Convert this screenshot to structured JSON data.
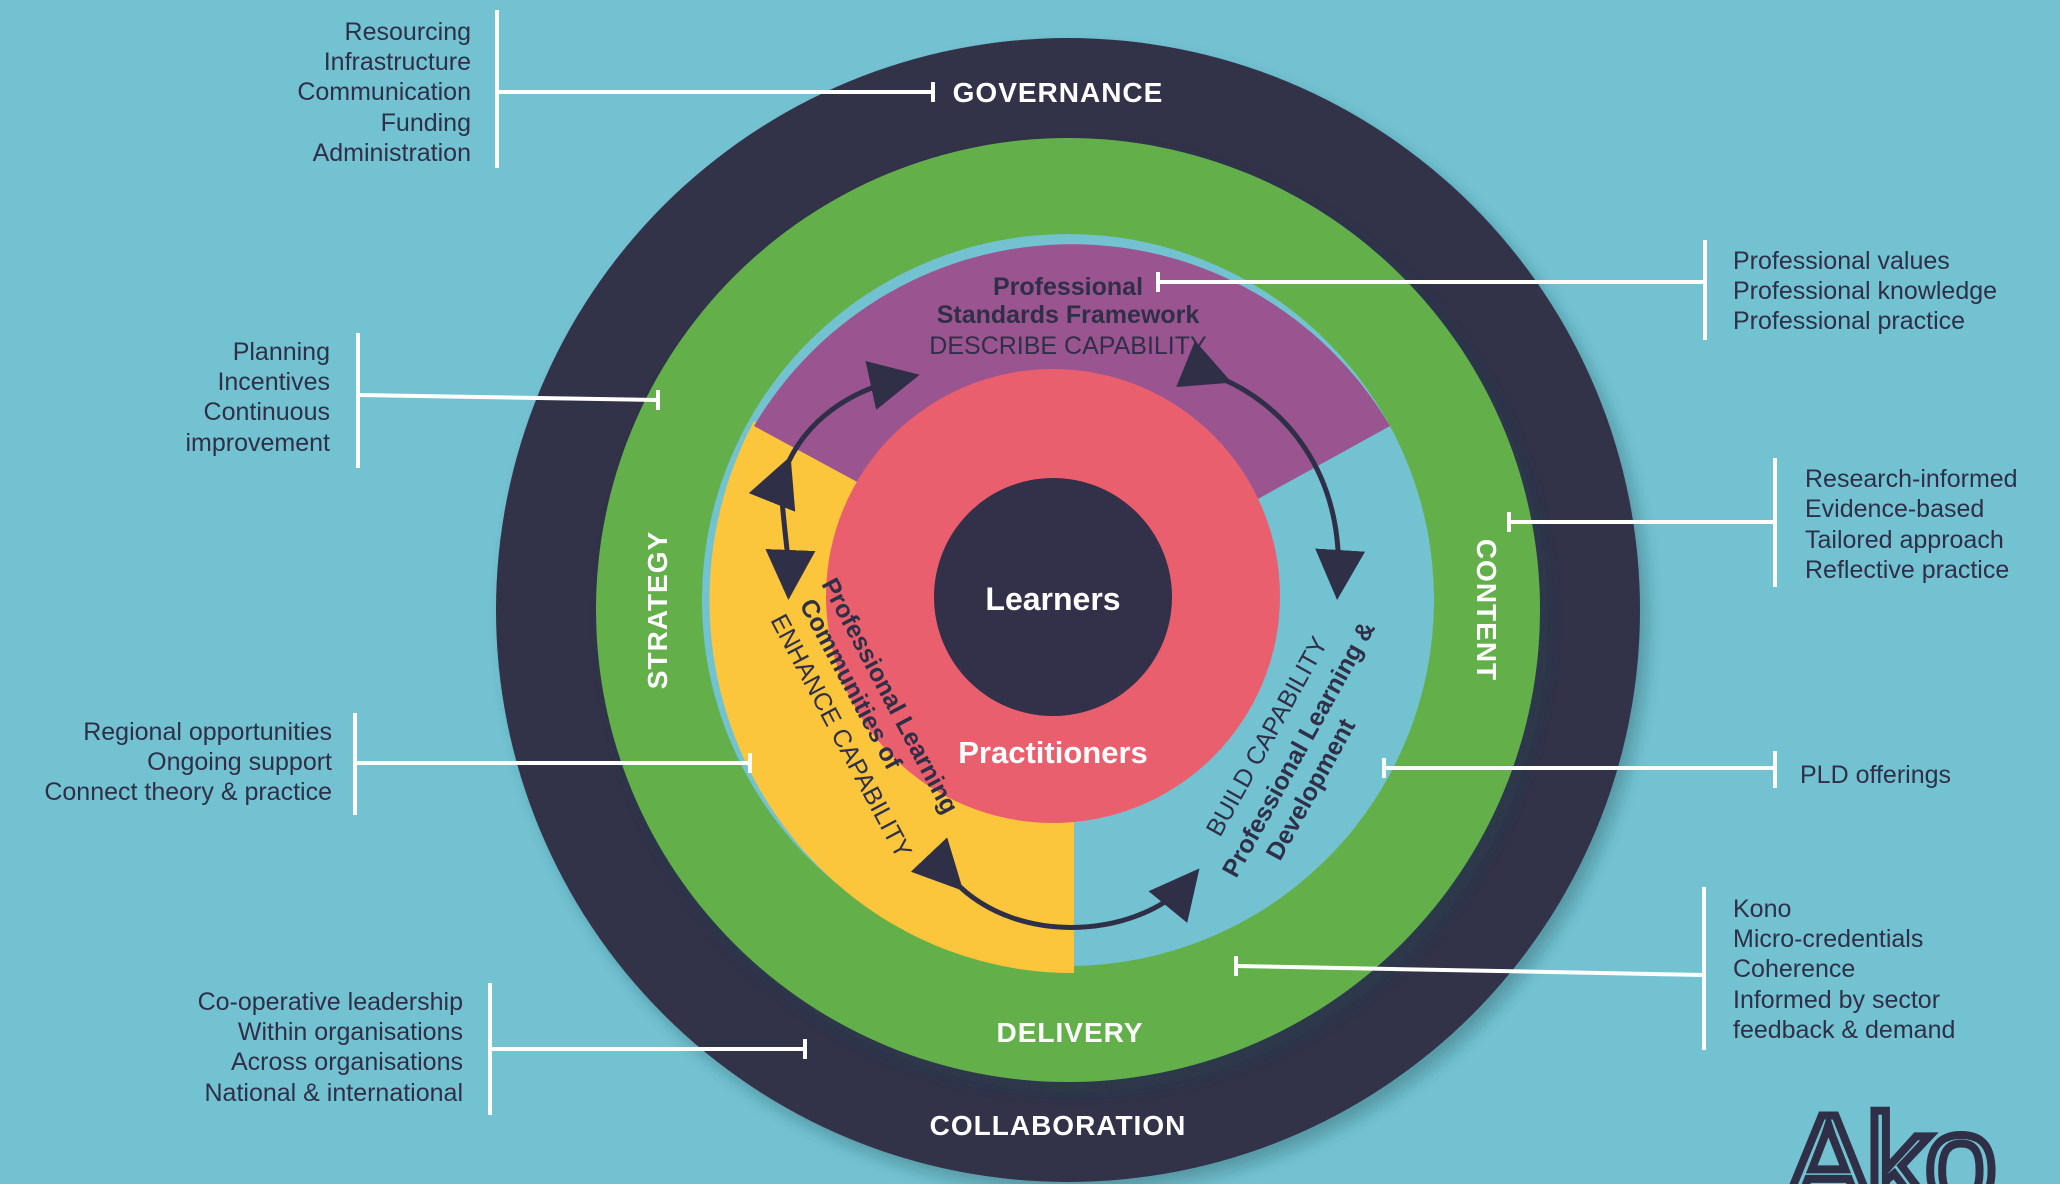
{
  "center": {
    "learners": "Learners",
    "practitioners": "Practitioners"
  },
  "segments": {
    "standards": {
      "title_line1": "Professional",
      "title_line2": "Standards Framework",
      "subtitle": "DESCRIBE CAPABILITY"
    },
    "communities": {
      "subtitle": "ENHANCE CAPABILITY",
      "title_line1": "Communities of",
      "title_line2": "Professional Learning"
    },
    "pld": {
      "subtitle": "BUILD CAPABILITY",
      "title_line1": "Professional Learning &",
      "title_line2": "Development"
    }
  },
  "rings": {
    "governance": "GOVERNANCE",
    "collaboration": "COLLABORATION",
    "strategy": "STRATEGY",
    "content": "CONTENT",
    "delivery": "DELIVERY"
  },
  "callouts": {
    "governance": [
      "Resourcing",
      "Infrastructure",
      "Communication",
      "Funding",
      "Administration"
    ],
    "strategy": [
      "Planning",
      "Incentives",
      "Continuous",
      "improvement"
    ],
    "communities": [
      "Regional opportunities",
      "Ongoing support",
      "Connect theory & practice"
    ],
    "collaboration": [
      "Co-operative leadership",
      "Within organisations",
      "Across organisations",
      "National & international"
    ],
    "standards": [
      "Professional values",
      "Professional knowledge",
      "Professional practice"
    ],
    "content": [
      "Research-informed",
      "Evidence-based",
      "Tailored approach",
      "Reflective practice"
    ],
    "pld": [
      "PLD offerings"
    ],
    "delivery": [
      "Kono",
      "Micro-credentials",
      "Coherence",
      "Informed by sector",
      "feedback & demand"
    ]
  },
  "logo": {
    "text": "Ako"
  },
  "colors": {
    "background": "#73c2d2",
    "outer_ring": "#33304a",
    "green_ring": "#64b04c",
    "purple": "#9a5590",
    "yellow": "#fbc53c",
    "light_blue": "#73c2d2",
    "pink": "#ea5f6e",
    "center": "#33304a",
    "lines": "#ffffff"
  }
}
